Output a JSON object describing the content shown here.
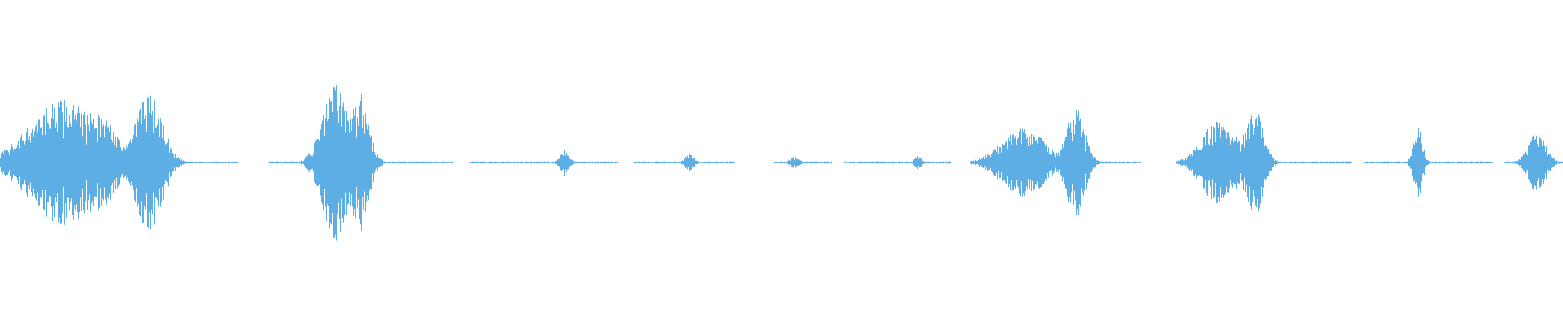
{
  "waveform": {
    "color": "#5eaee6",
    "background": "#ffffff",
    "segments": [
      {
        "start": 0.0,
        "end": 0.152,
        "peak": 0.56
      },
      {
        "start": 0.172,
        "end": 0.29,
        "peak": 0.7
      },
      {
        "start": 0.3,
        "end": 0.395,
        "peak": 0.12
      },
      {
        "start": 0.405,
        "end": 0.47,
        "peak": 0.07
      },
      {
        "start": 0.495,
        "end": 0.532,
        "peak": 0.05
      },
      {
        "start": 0.54,
        "end": 0.608,
        "peak": 0.06
      },
      {
        "start": 0.62,
        "end": 0.73,
        "peak": 0.5
      },
      {
        "start": 0.752,
        "end": 0.865,
        "peak": 0.53
      },
      {
        "start": 0.872,
        "end": 0.955,
        "peak": 0.3
      },
      {
        "start": 0.962,
        "end": 1.0,
        "peak": 0.25
      }
    ],
    "bursts": [
      {
        "center": 0.04,
        "width": 0.03,
        "amp": 0.55
      },
      {
        "center": 0.06,
        "width": 0.02,
        "amp": 0.45
      },
      {
        "center": 0.095,
        "width": 0.012,
        "amp": 0.6
      },
      {
        "center": 0.215,
        "width": 0.012,
        "amp": 0.7
      },
      {
        "center": 0.23,
        "width": 0.008,
        "amp": 0.62
      },
      {
        "center": 0.361,
        "width": 0.004,
        "amp": 0.12
      },
      {
        "center": 0.441,
        "width": 0.004,
        "amp": 0.08
      },
      {
        "center": 0.508,
        "width": 0.004,
        "amp": 0.05
      },
      {
        "center": 0.587,
        "width": 0.003,
        "amp": 0.06
      },
      {
        "center": 0.655,
        "width": 0.02,
        "amp": 0.3
      },
      {
        "center": 0.688,
        "width": 0.008,
        "amp": 0.5
      },
      {
        "center": 0.78,
        "width": 0.015,
        "amp": 0.38
      },
      {
        "center": 0.802,
        "width": 0.008,
        "amp": 0.52
      },
      {
        "center": 0.907,
        "width": 0.004,
        "amp": 0.3
      },
      {
        "center": 0.983,
        "width": 0.008,
        "amp": 0.26
      }
    ]
  }
}
